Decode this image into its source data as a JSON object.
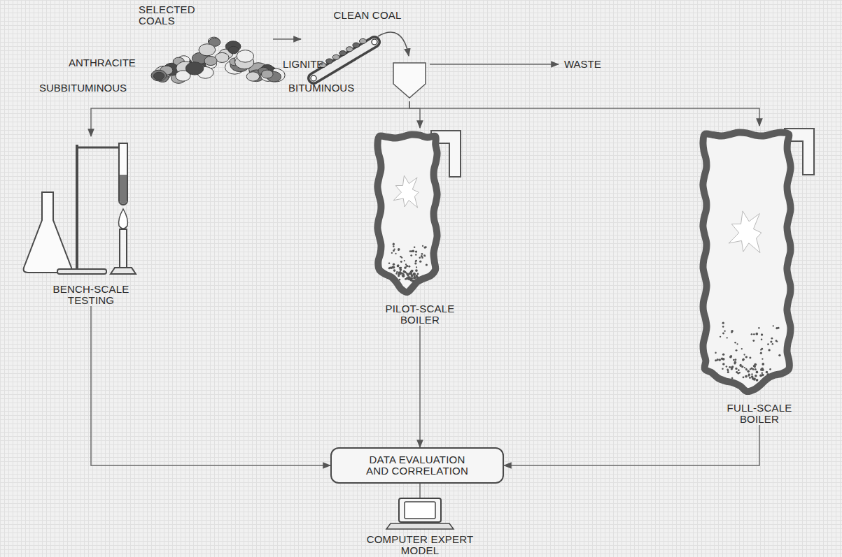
{
  "diagram": {
    "nodes": [
      {
        "text": [
          "SELECTED COALS"
        ]
      },
      {
        "text": [
          "CLEAN COAL"
        ]
      },
      {
        "text": [
          "BENCH-SCALE TESTING"
        ]
      },
      {
        "text": [
          "PILOT-SCALE BOILER"
        ]
      },
      {
        "text": [
          "FULL-SCALE BOILER"
        ]
      },
      {
        "text": [
          "DATA EVALUATION AND CORRELATION"
        ]
      },
      {
        "text": [
          "COMPUTER EXPERT MODEL"
        ]
      }
    ],
    "edges": [
      {
        "from": 0,
        "to": 1,
        "arrow": "to"
      },
      {
        "from": 1,
        "to": 2,
        "arrow": "to"
      },
      {
        "from": 1,
        "to": 3,
        "arrow": "to"
      },
      {
        "from": 1,
        "to": 4,
        "arrow": "to"
      },
      {
        "from": 2,
        "to": 5,
        "arrow": "to"
      },
      {
        "from": 3,
        "to": 5,
        "arrow": "to"
      },
      {
        "from": 4,
        "to": 5,
        "arrow": "to"
      },
      {
        "from": 5,
        "to": 6,
        "arrow": "none"
      }
    ],
    "labels": [
      "ANTHRACITE",
      "LIGNITE",
      "SUBBITUMINOUS",
      "BITUMINOUS",
      "WASTE"
    ]
  }
}
